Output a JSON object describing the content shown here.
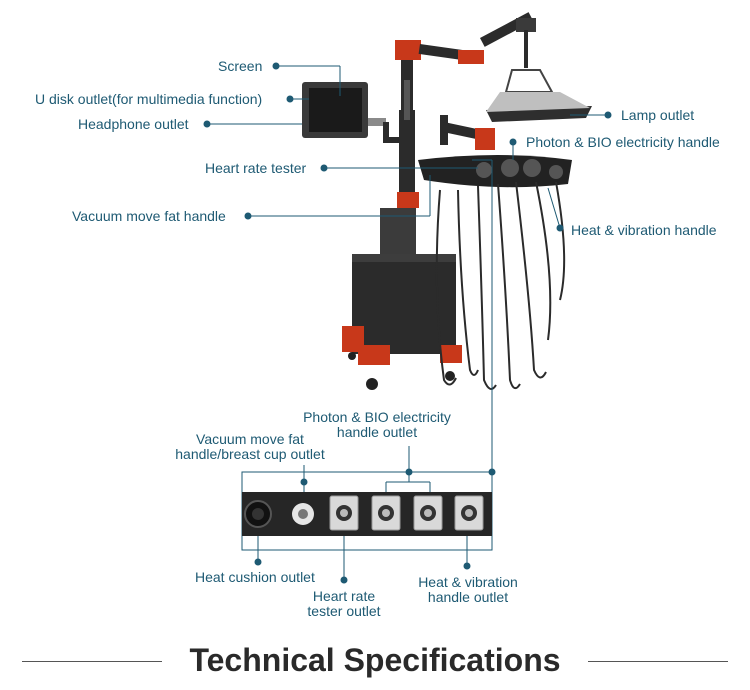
{
  "labels": {
    "screen": "Screen",
    "u_disk": "U disk outlet(for multimedia function)",
    "headphone": "Headphone outlet",
    "heart_rate": "Heart rate tester",
    "vacuum_handle": "Vacuum move fat handle",
    "lamp": "Lamp outlet",
    "photon_handle": "Photon & BIO electricity handle",
    "heat_vibration": "Heat & vibration handle"
  },
  "panel_labels": {
    "photon_outlet_1": "Photon & BIO electricity",
    "photon_outlet_2": "handle outlet",
    "vacuum_outlet_1": "Vacuum move fat",
    "vacuum_outlet_2": "handle/breast cup outlet",
    "heat_cushion": "Heat cushion outlet",
    "heart_rate_outlet_1": "Heart rate",
    "heart_rate_outlet_2": "tester outlet",
    "heat_vib_outlet_1": "Heat & vibration",
    "heat_vib_outlet_2": "handle outlet"
  },
  "footer": {
    "title": "Technical Specifications"
  },
  "colors": {
    "label": "#1e5a73",
    "accent": "#c8381a",
    "machine": "#2b2b2b"
  }
}
